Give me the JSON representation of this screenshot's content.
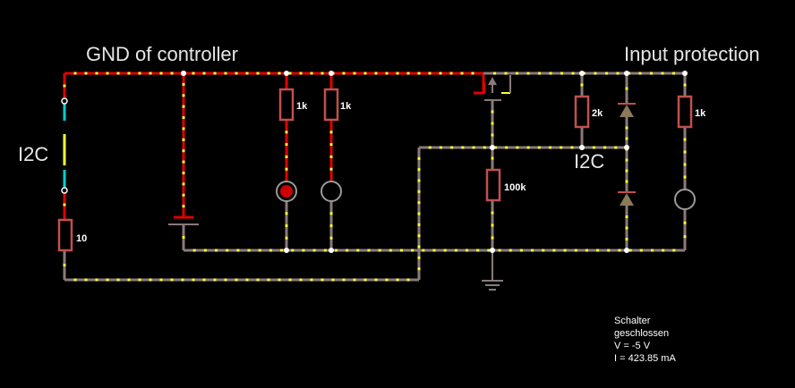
{
  "labels": {
    "gnd_controller": "GND of controller",
    "input_protection": "Input protection",
    "i2c_left": "I2C",
    "i2c_right": "I2C"
  },
  "components": {
    "r_i2c": "10",
    "r_led": "1k",
    "r_lamp": "1k",
    "r_div_top": "2k",
    "r_out": "1k",
    "r_pulldown": "100k"
  },
  "status": {
    "line1": "Schalter",
    "line2": "geschlossen",
    "line3": "V = -5 V",
    "line4": "I = 423.85 mA"
  },
  "colors": {
    "background": "#000000",
    "wire_active": "#e00000",
    "wire_idle": "#8a7a7a",
    "current_dot": "#ffff33",
    "resistor": "#c0504d",
    "led_on": "#cc0000",
    "lamp_off": "#9a9a9a",
    "label_text": "#e6e6e6"
  },
  "icons": {
    "diode": "diode-icon",
    "led": "led-icon",
    "lamp": "lamp-icon",
    "ground": "ground-icon",
    "switch": "switch-icon",
    "battery": "battery-icon",
    "transistor": "transistor-icon"
  }
}
